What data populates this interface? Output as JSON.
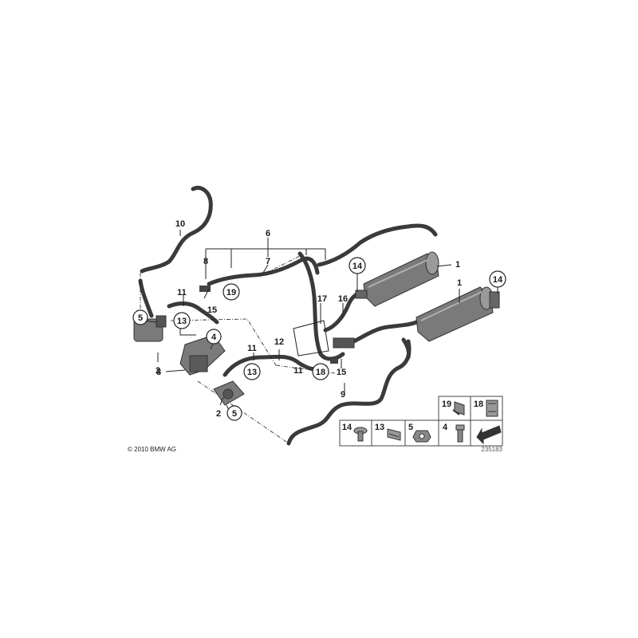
{
  "diagram": {
    "copyright": "© 2010 BMW AG",
    "drawing_number": "235183",
    "callouts": [
      {
        "id": "c1a",
        "text": "1",
        "circled": false
      },
      {
        "id": "c1b",
        "text": "1",
        "circled": false
      },
      {
        "id": "c2a",
        "text": "2",
        "circled": false
      },
      {
        "id": "c2b",
        "text": "2",
        "circled": false
      },
      {
        "id": "c3",
        "text": "3",
        "circled": false
      },
      {
        "id": "c4",
        "text": "4",
        "circled": true
      },
      {
        "id": "c5a",
        "text": "5",
        "circled": true
      },
      {
        "id": "c5b",
        "text": "5",
        "circled": true
      },
      {
        "id": "c6",
        "text": "6",
        "circled": false
      },
      {
        "id": "c7",
        "text": "7",
        "circled": false
      },
      {
        "id": "c8",
        "text": "8",
        "circled": false
      },
      {
        "id": "c9",
        "text": "9",
        "circled": false
      },
      {
        "id": "c10",
        "text": "10",
        "circled": false
      },
      {
        "id": "c11a",
        "text": "11",
        "circled": false
      },
      {
        "id": "c11b",
        "text": "11",
        "circled": false
      },
      {
        "id": "c11c",
        "text": "11",
        "circled": false
      },
      {
        "id": "c12",
        "text": "12",
        "circled": false
      },
      {
        "id": "c13a",
        "text": "13",
        "circled": true
      },
      {
        "id": "c13b",
        "text": "13",
        "circled": true
      },
      {
        "id": "c14a",
        "text": "14",
        "circled": true
      },
      {
        "id": "c14b",
        "text": "14",
        "circled": true
      },
      {
        "id": "c15a",
        "text": "15",
        "circled": false
      },
      {
        "id": "c15b",
        "text": "15",
        "circled": false
      },
      {
        "id": "c16",
        "text": "16",
        "circled": false
      },
      {
        "id": "c17",
        "text": "17",
        "circled": false
      },
      {
        "id": "c18",
        "text": "18",
        "circled": true
      },
      {
        "id": "c19",
        "text": "19",
        "circled": true
      }
    ],
    "legend": [
      {
        "id": "l19",
        "text": "19"
      },
      {
        "id": "l18",
        "text": "18"
      },
      {
        "id": "l14",
        "text": "14"
      },
      {
        "id": "l13",
        "text": "13"
      },
      {
        "id": "l5",
        "text": "5"
      },
      {
        "id": "l4",
        "text": "4"
      }
    ]
  }
}
